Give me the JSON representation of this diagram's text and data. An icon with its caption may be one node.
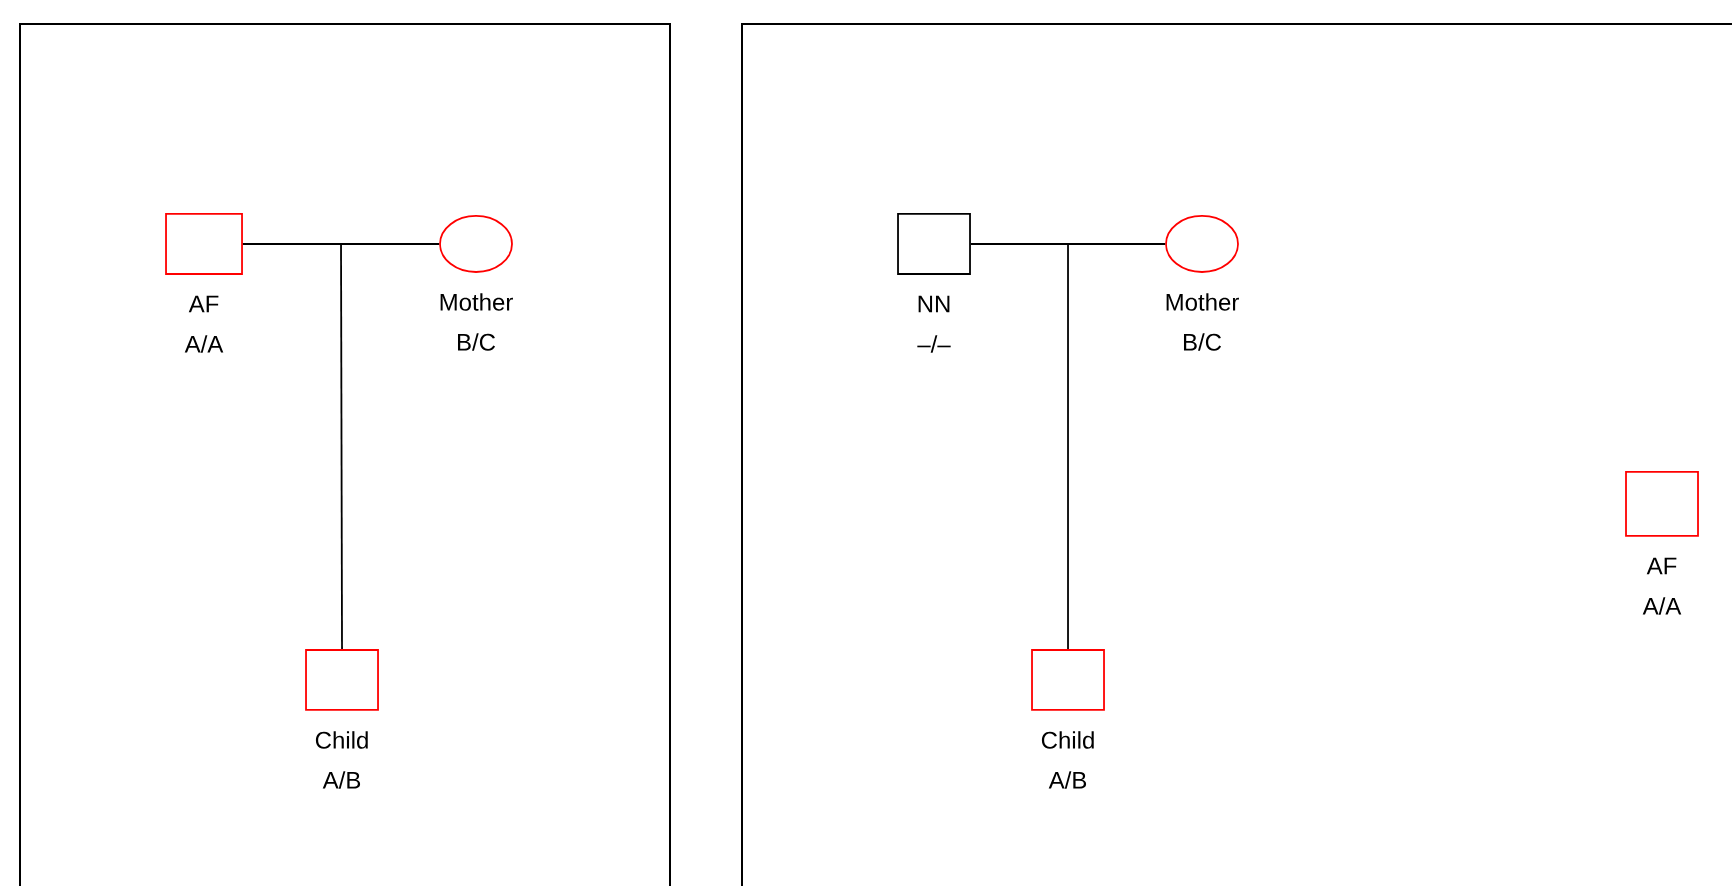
{
  "diagram": {
    "nodes": [
      {
        "text": [],
        "shape": "box"
      },
      {
        "text": [
          "AF",
          "A/A"
        ],
        "in": 0
      },
      {
        "text": [
          "Mother",
          "B/C"
        ],
        "in": 0
      },
      {
        "text": [
          "Child",
          "A/B"
        ],
        "in": 0
      },
      {
        "text": [],
        "shape": "box"
      },
      {
        "text": [
          "NN",
          "–/–"
        ],
        "in": 4
      },
      {
        "text": [
          "Mother",
          "B/C"
        ],
        "in": 4
      },
      {
        "text": [
          "Child",
          "A/B"
        ],
        "in": 4
      },
      {
        "text": [
          "AF",
          "A/A"
        ],
        "in": 4
      }
    ],
    "edges": [
      {
        "from": 1,
        "to": 2,
        "arrow": "none"
      },
      {
        "from": 1,
        "to": 3,
        "arrow": "none"
      },
      {
        "from": 2,
        "to": 3,
        "arrow": "none"
      },
      {
        "from": 5,
        "to": 6,
        "arrow": "none"
      },
      {
        "from": 5,
        "to": 7,
        "arrow": "none"
      },
      {
        "from": 6,
        "to": 7,
        "arrow": "none"
      }
    ]
  }
}
